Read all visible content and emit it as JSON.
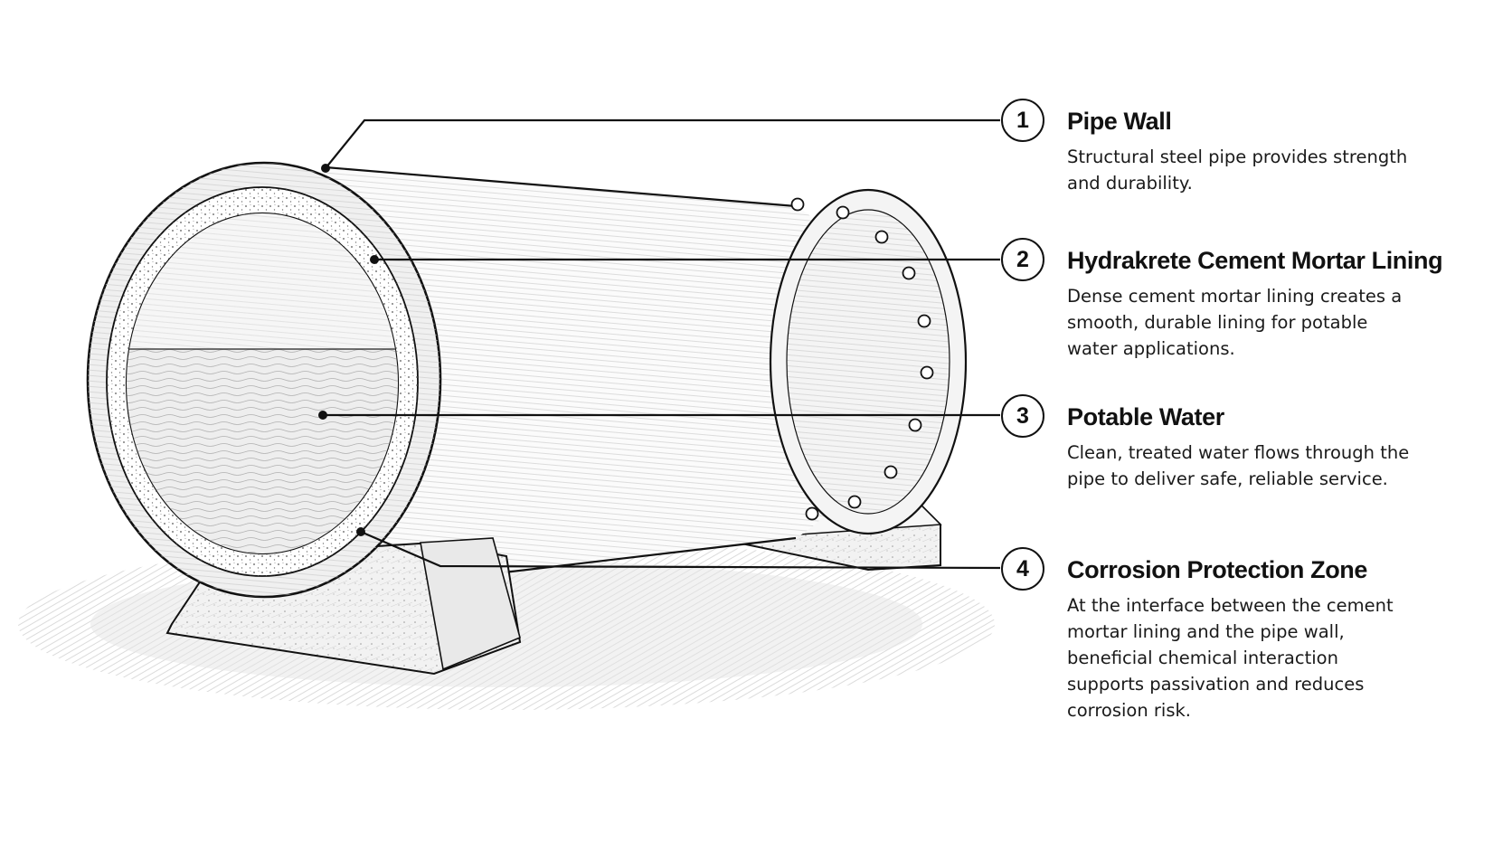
{
  "diagram": {
    "callouts": [
      {
        "number": "1",
        "title": "Pipe Wall",
        "description": "Structural steel pipe provides strength and durability."
      },
      {
        "number": "2",
        "title": "Hydrakrete Cement Mortar Lining",
        "description": "Dense cement mortar lining creates a smooth, durable lining for potable water applications."
      },
      {
        "number": "3",
        "title": "Potable Water",
        "description": "Clean, treated water flows through the pipe to deliver safe, reliable service."
      },
      {
        "number": "4",
        "title": "Corrosion Protection Zone",
        "description": "At the interface between the cement mortar lining and the pipe wall, beneficial chemical interaction supports passivation and reduces corrosion risk."
      }
    ],
    "colors": {
      "ink": "#111111",
      "paper": "#ffffff",
      "shadow": "#d9d9d9",
      "mortar": "#eeeeee"
    }
  }
}
